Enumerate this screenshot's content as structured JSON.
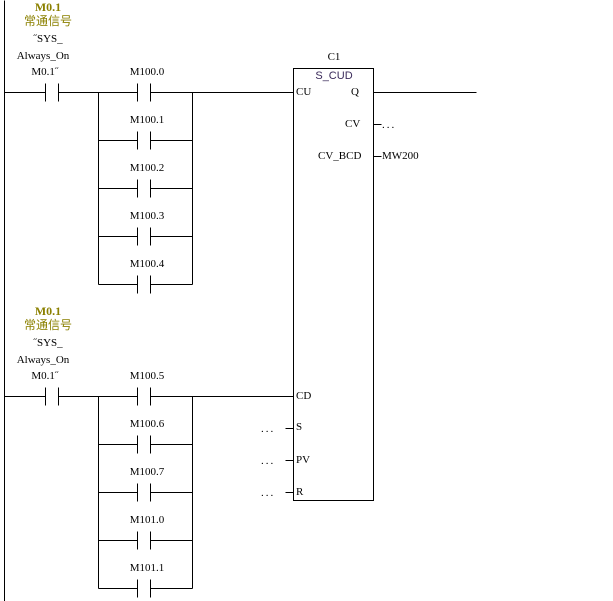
{
  "colors": {
    "line": "#000000",
    "symbol": "#8b8000",
    "fb_name": "#3a2a5a",
    "background": "#ffffff"
  },
  "networks": [
    {
      "main_contact": {
        "address": "M0.1",
        "comment": "常通信号",
        "symbol_line1": "˝SYS_",
        "symbol_line2": "Always_On",
        "symbol_line3": "M0.1˝"
      },
      "parallel_contacts": [
        "M100.0",
        "M100.1",
        "M100.2",
        "M100.3",
        "M100.4"
      ],
      "target_pin": "CU"
    },
    {
      "main_contact": {
        "address": "M0.1",
        "comment": "常通信号",
        "symbol_line1": "˝SYS_",
        "symbol_line2": "Always_On",
        "symbol_line3": "M0.1˝"
      },
      "parallel_contacts": [
        "M100.5",
        "M100.6",
        "M100.7",
        "M101.0",
        "M101.1"
      ],
      "target_pin": "CD"
    }
  ],
  "function_block": {
    "instance": "C1",
    "type": "S_CUD",
    "inputs": [
      {
        "pin": "CU",
        "value": ""
      },
      {
        "pin": "CD",
        "value": ""
      },
      {
        "pin": "S",
        "value": "..."
      },
      {
        "pin": "PV",
        "value": "..."
      },
      {
        "pin": "R",
        "value": "..."
      }
    ],
    "outputs": [
      {
        "pin": "Q",
        "value": ""
      },
      {
        "pin": "CV",
        "value": "..."
      },
      {
        "pin": "CV_BCD",
        "value": "MW200"
      }
    ]
  }
}
